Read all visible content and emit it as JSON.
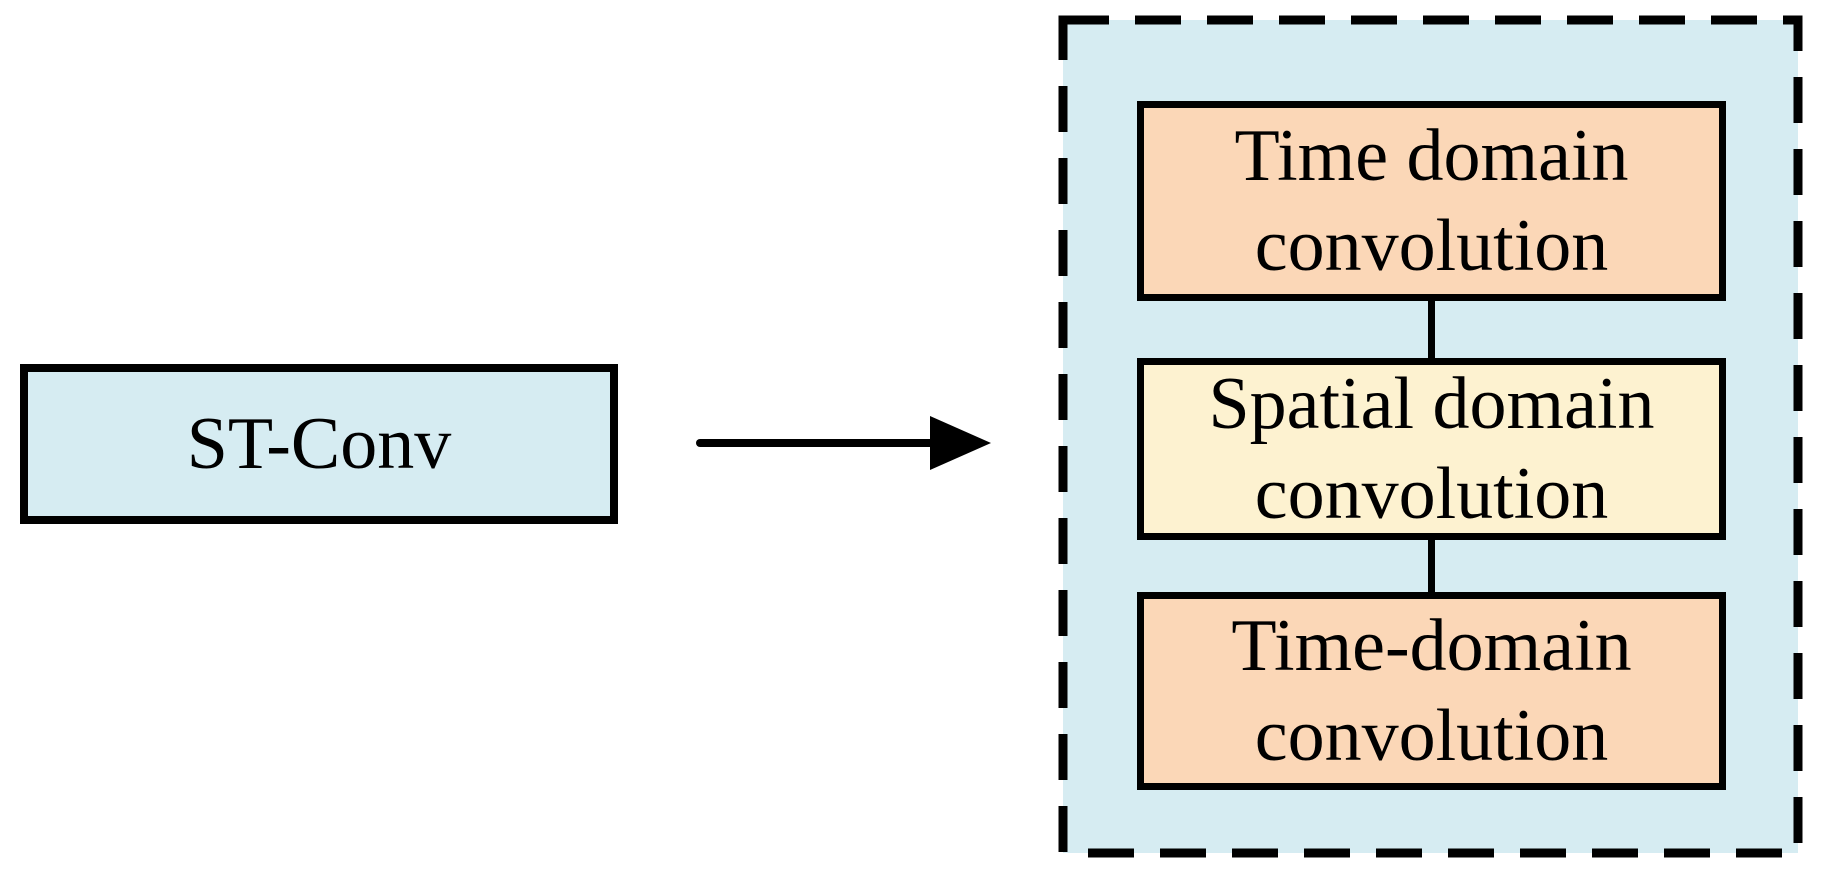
{
  "diagram": {
    "source_box": {
      "label": "ST-Conv",
      "fill": "#d6ecf2"
    },
    "arrow": {
      "name": "right-arrow",
      "color": "#000000"
    },
    "expanded_group": {
      "frame_style": "dashed",
      "fill": "#d6ecf2",
      "boxes": [
        {
          "label": "Time domain\nconvolution",
          "fill": "#fbd7b7"
        },
        {
          "label": "Spatial domain\nconvolution",
          "fill": "#fdf2d0"
        },
        {
          "label": "Time-domain\nconvolution",
          "fill": "#fbd7b7"
        }
      ]
    },
    "colors": {
      "box_blue": "#d6ecf2",
      "box_peach": "#fbd7b7",
      "box_yellow": "#fdf2d0",
      "line_black": "#000000"
    }
  }
}
